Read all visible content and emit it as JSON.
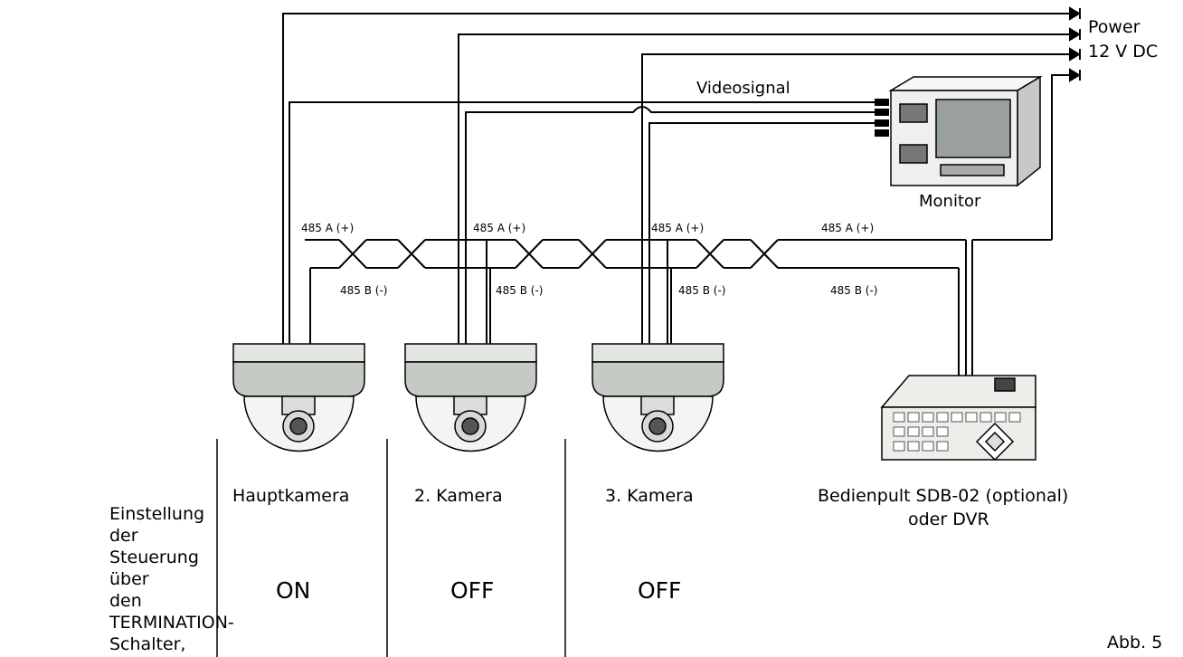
{
  "power_label": "Power",
  "voltage_label": "12 V DC",
  "video_label": "Videosignal",
  "monitor_label": "Monitor",
  "bus_labels": {
    "a1": "485 A (+)",
    "a2": "485 A (+)",
    "a3": "485 A (+)",
    "a4": "485 A (+)",
    "b1": "485 B (-)",
    "b2": "485 B (-)",
    "b3": "485 B (-)",
    "b4": "485 B (-)"
  },
  "cameras": [
    {
      "name": "Hauptkamera",
      "termination": "ON"
    },
    {
      "name": "2. Kamera",
      "termination": "OFF"
    },
    {
      "name": "3. Kamera",
      "termination": "OFF"
    }
  ],
  "controller": {
    "line1": "Bedienpult SDB-02 (optional)",
    "line2": "oder DVR"
  },
  "side_note": [
    "Einstellung der",
    "Steuerung über",
    "den",
    "TERMINATION-",
    "Schalter,"
  ],
  "figure_label": "Abb. 5",
  "colors": {
    "line": "#000000",
    "camera_top": "#e2e6e0",
    "camera_band": "#c6cac4",
    "monitor_body": "#efefef",
    "monitor_screen": "#9aa0a0"
  }
}
